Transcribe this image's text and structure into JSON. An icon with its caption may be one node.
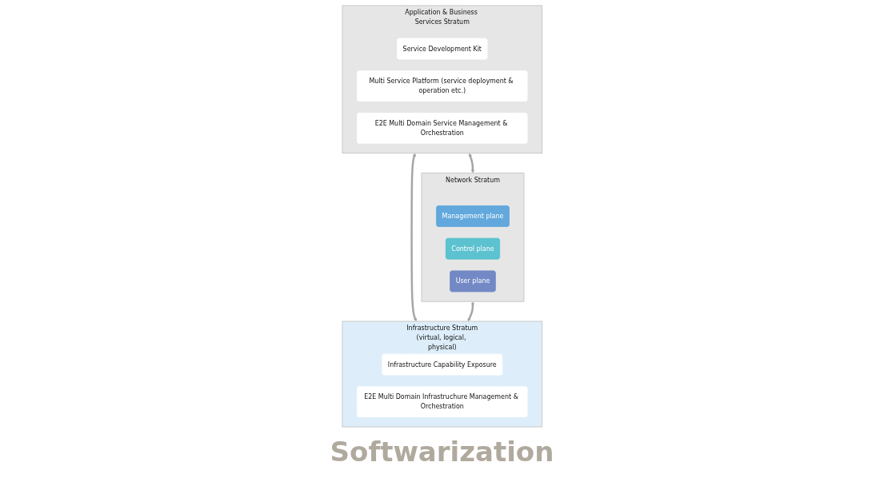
{
  "diagram": {
    "nodes": [
      {
        "text": [
          "Application & Business Services Stratum"
        ]
      },
      {
        "text": [
          "Service Development Kit"
        ],
        "in": 0
      },
      {
        "text": [
          "Multi Service Platform (service deployment & operation etc.)"
        ],
        "in": 0
      },
      {
        "text": [
          "E2E Multi Domain Service Management & Orchestration"
        ],
        "in": 0
      },
      {
        "text": [
          "Infrastructure Stratum",
          "(virtual, logical, physical)"
        ]
      },
      {
        "text": [
          "Infrastructure Capability Exposure"
        ],
        "in": 4
      },
      {
        "text": [
          "E2E Multi Domain Infrastruchure Management & Orchestration"
        ],
        "in": 4
      },
      {
        "text": [
          "Network Stratum"
        ]
      },
      {
        "text": [
          "Management plane"
        ],
        "in": 7
      },
      {
        "text": [
          "Control plane"
        ],
        "in": 7
      },
      {
        "text": [
          "User plane"
        ],
        "in": 7
      }
    ],
    "edges": [
      {
        "from": 0,
        "to": 4,
        "arrow": "both"
      },
      {
        "from": 0,
        "to": 7,
        "arrow": "both"
      },
      {
        "from": 7,
        "to": 4,
        "arrow": "both"
      }
    ],
    "labels": [
      "Softwarization"
    ]
  }
}
